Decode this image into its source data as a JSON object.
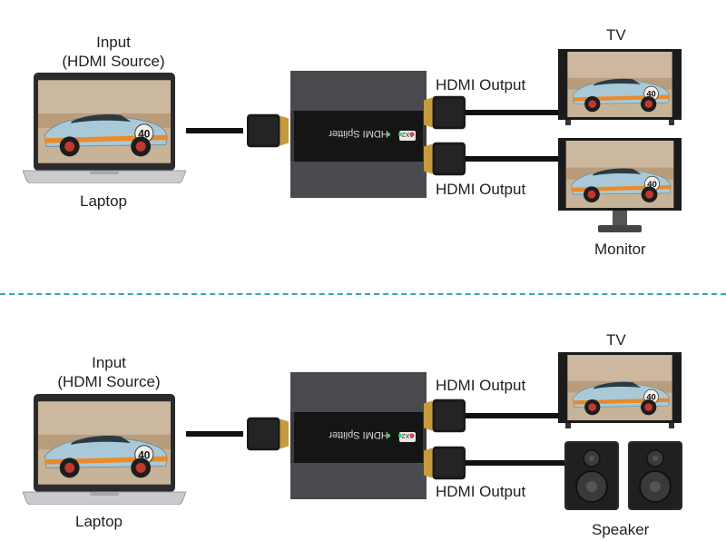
{
  "top": {
    "input_label_line1": "Input",
    "input_label_line2": "(HDMI Source)",
    "laptop_label": "Laptop",
    "output1_label": "HDMI Output",
    "output2_label": "HDMI Output",
    "tv_label": "TV",
    "monitor_label": "Monitor",
    "splitter_text": "HDMI Splitter",
    "splitter_badge": "1X2"
  },
  "bottom": {
    "input_label_line1": "Input",
    "input_label_line2": "(HDMI Source)",
    "laptop_label": "Laptop",
    "output1_label": "HDMI Output",
    "output2_label": "HDMI Output",
    "tv_label": "TV",
    "speaker_label": "Speaker",
    "splitter_text": "HDMI Splitter",
    "splitter_badge": "1X2"
  },
  "screen_number": "40",
  "colors": {
    "divider": "#3aa7a9",
    "splitter_body": "#3a3a3d",
    "cable": "#111111",
    "car_body": "#a9c9d8",
    "car_stripe": "#e98a2b"
  }
}
